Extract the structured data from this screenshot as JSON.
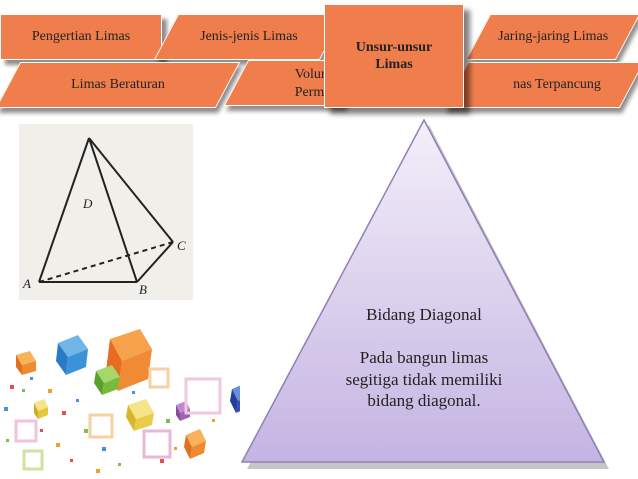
{
  "tabs": {
    "pengertian": "Pengertian Limas",
    "jenis": "Jenis-jenis Limas",
    "jaring": "Jaring-jaring Limas",
    "beraturan": "Limas Beraturan",
    "volume_line1": "Volume d",
    "volume_line2": "Permukaa",
    "terpancung": "nas Terpancung",
    "unsur_line1": "Unsur-unsur",
    "unsur_line2": "Limas"
  },
  "figure": {
    "label_d": "D",
    "label_c": "C",
    "label_a": "A",
    "label_b": "B"
  },
  "triangle": {
    "title": "Bidang Diagonal",
    "body": "Pada bangun limas segitiga tidak memiliki bidang diagonal."
  },
  "colors": {
    "tab": "#f07e4d",
    "triangle_top": "#f4eff9",
    "triangle_bottom": "#c4b4e2",
    "triangle_border": "#8d80b8"
  }
}
